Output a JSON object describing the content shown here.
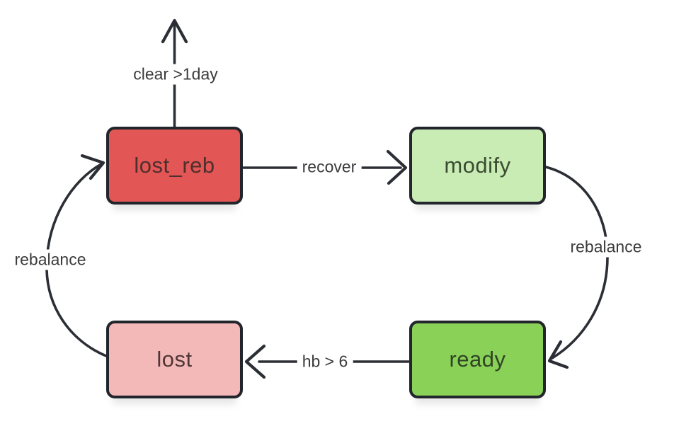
{
  "diagram": {
    "states": [
      {
        "id": "lost_reb",
        "label": "lost_reb",
        "fill": "#e25655",
        "text_color": "#4e2f2d"
      },
      {
        "id": "modify",
        "label": "modify",
        "fill": "#c9ecb5",
        "text_color": "#3a4c31"
      },
      {
        "id": "lost",
        "label": "lost",
        "fill": "#f3b9b9",
        "text_color": "#513636"
      },
      {
        "id": "ready",
        "label": "ready",
        "fill": "#8ad158",
        "text_color": "#2f4425"
      }
    ],
    "transitions": [
      {
        "from": "lost_reb",
        "to": "",
        "label": "clear >1day"
      },
      {
        "from": "lost_reb",
        "to": "modify",
        "label": "recover"
      },
      {
        "from": "modify",
        "to": "ready",
        "label": "rebalance"
      },
      {
        "from": "ready",
        "to": "lost",
        "label": "hb > 6"
      },
      {
        "from": "lost",
        "to": "lost_reb",
        "label": "rebalance"
      }
    ],
    "colors": {
      "line": "#2b2e34",
      "node_border": "#22262c",
      "edge_label_text": "#3c3c3c",
      "background": "#ffffff"
    }
  }
}
